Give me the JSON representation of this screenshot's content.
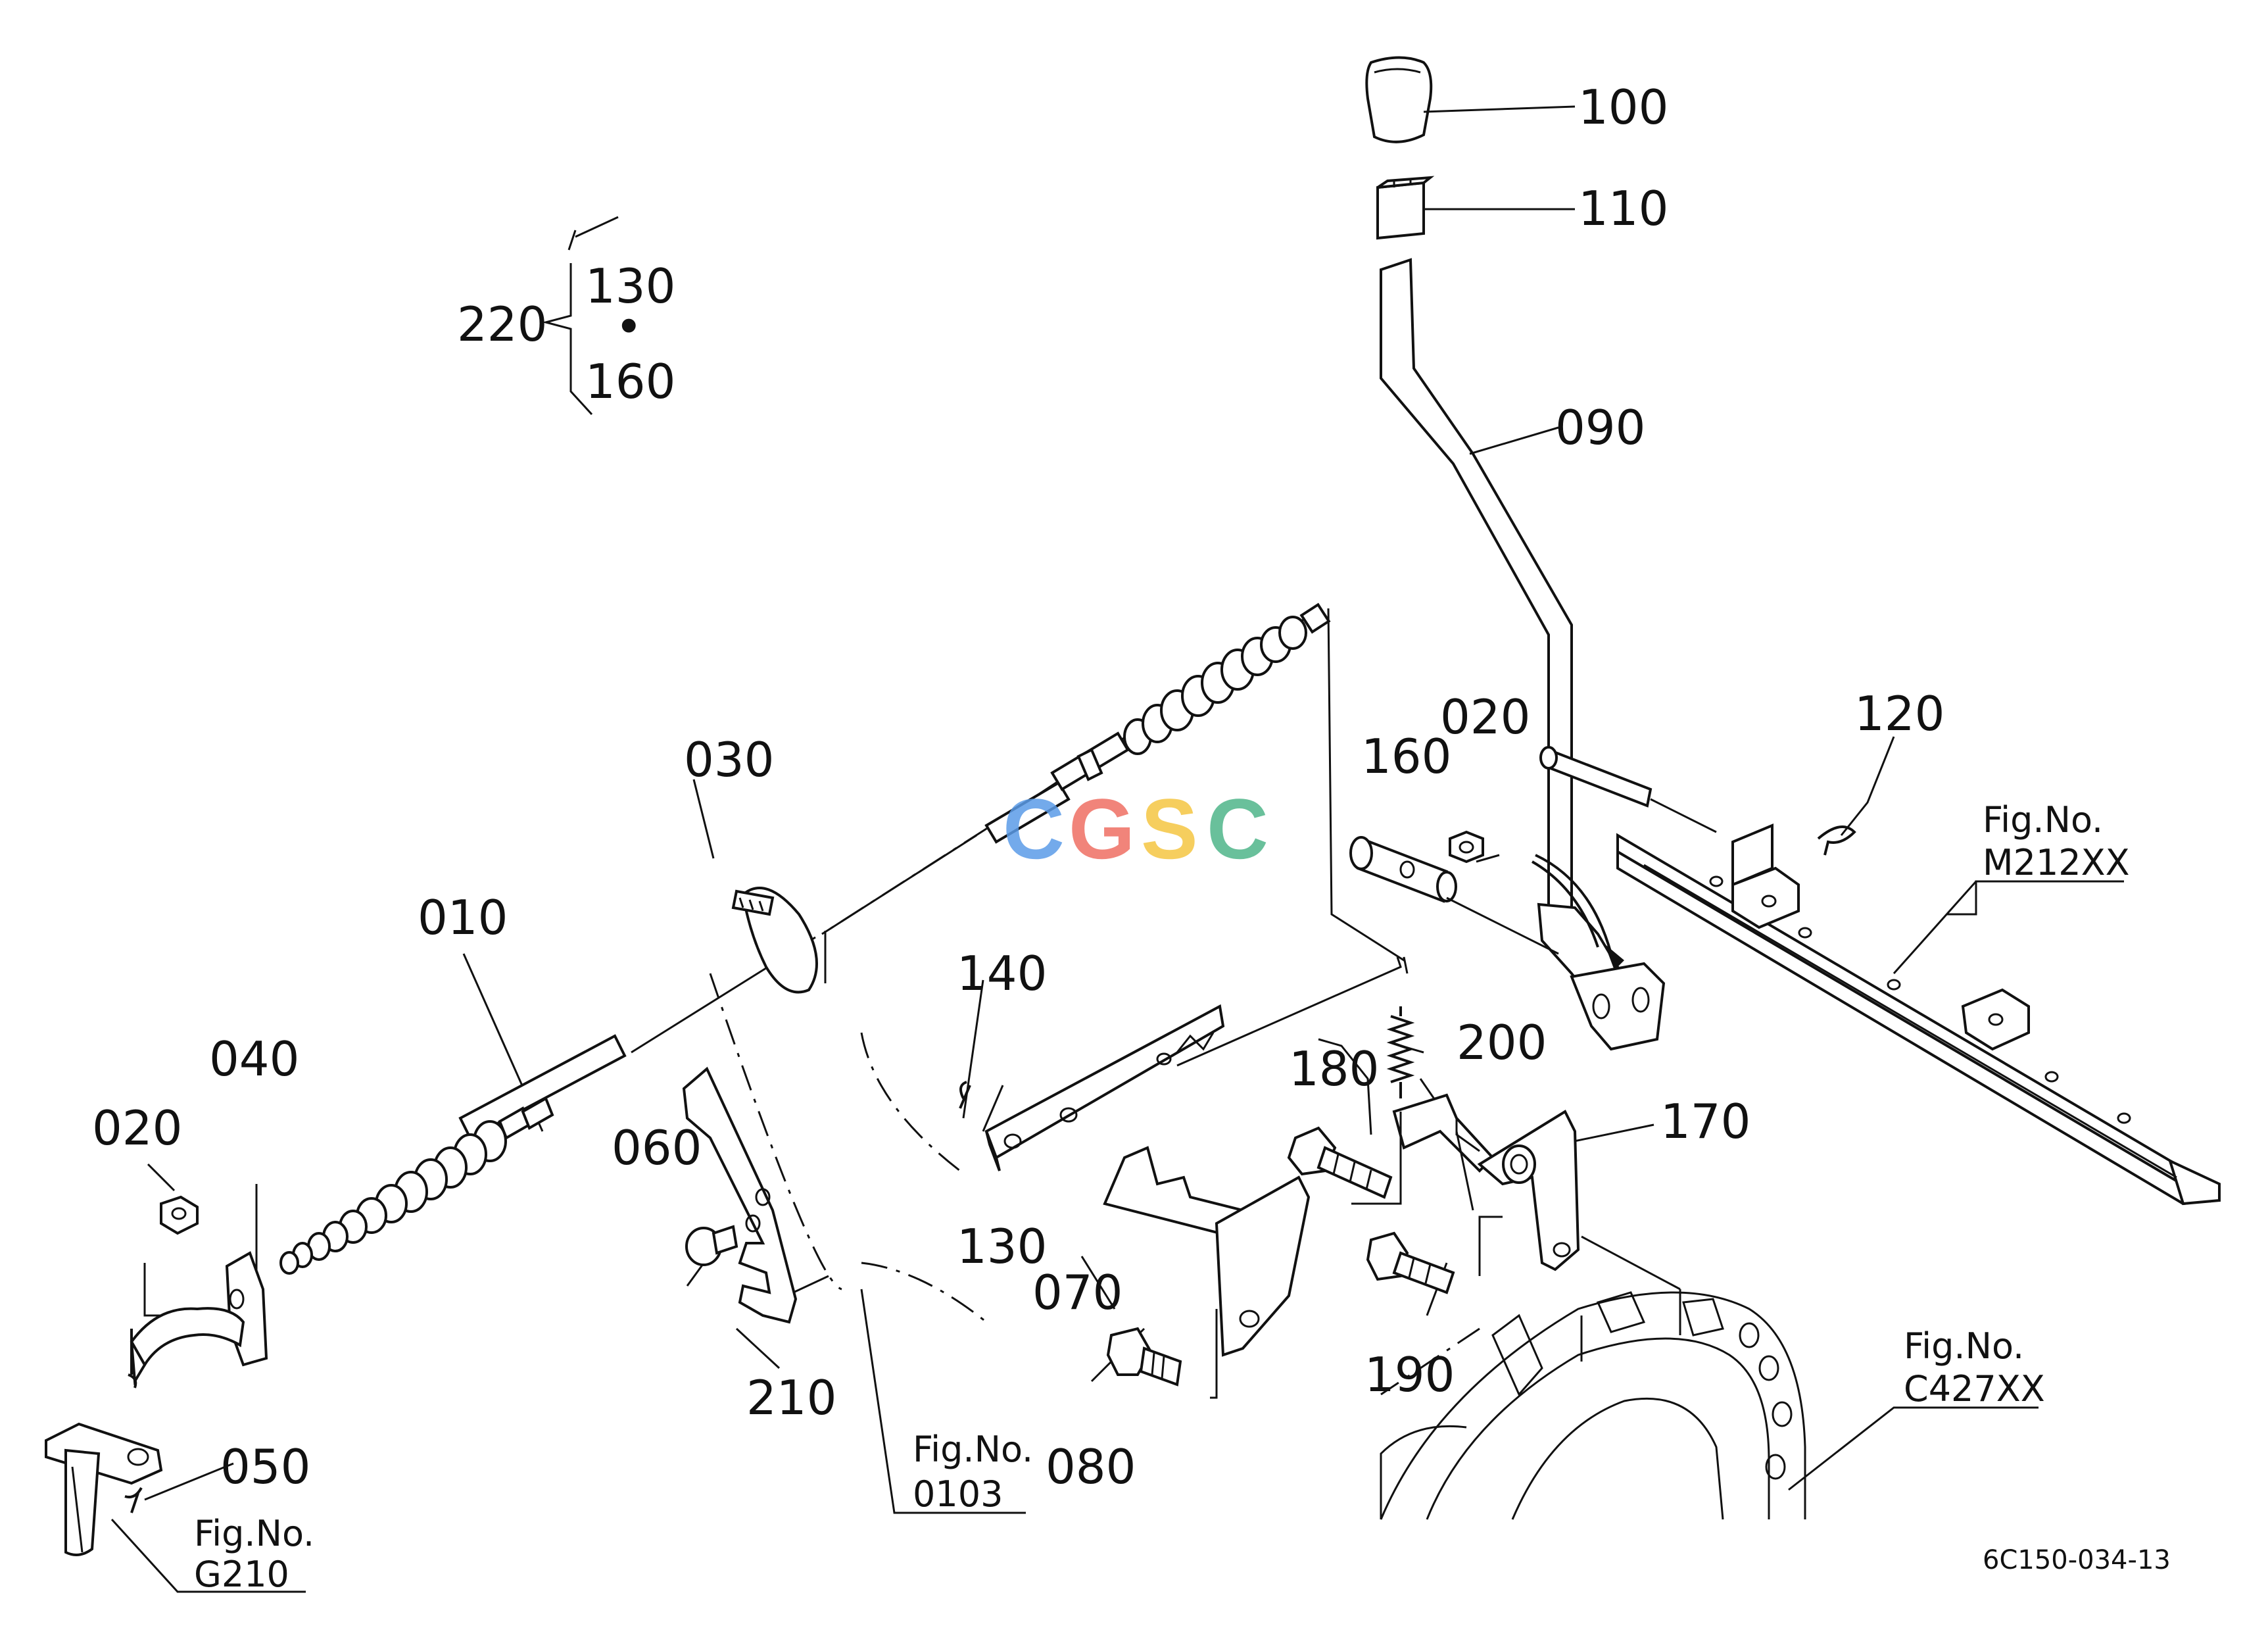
{
  "parts": {
    "p010": "010",
    "p020a": "020",
    "p020b": "020",
    "p030": "030",
    "p040": "040",
    "p050": "050",
    "p060": "060",
    "p070": "070",
    "p080": "080",
    "p090": "090",
    "p100": "100",
    "p110": "110",
    "p120": "120",
    "p130": "130",
    "p140": "140",
    "p160": "160",
    "p170": "170",
    "p180": "180",
    "p190": "190",
    "p200": "200",
    "p210": "210"
  },
  "kit": {
    "id": "220",
    "item_a": "130",
    "separator": "•",
    "item_b": "160"
  },
  "figure_refs": {
    "g210": {
      "line1": "Fig.No.",
      "line2": "G210"
    },
    "r0103": {
      "line1": "Fig.No.",
      "line2": "0103"
    },
    "c427": {
      "line1": "Fig.No.",
      "line2": "C427XX"
    },
    "m212": {
      "line1": "Fig.No.",
      "line2": "M212XX"
    }
  },
  "drawing_code": "6C150-034-13",
  "watermark": {
    "letters": [
      "C",
      "G",
      "S",
      "C"
    ],
    "colors": [
      "#5b9be8",
      "#ee6f63",
      "#f5c542",
      "#4fb58a"
    ]
  }
}
